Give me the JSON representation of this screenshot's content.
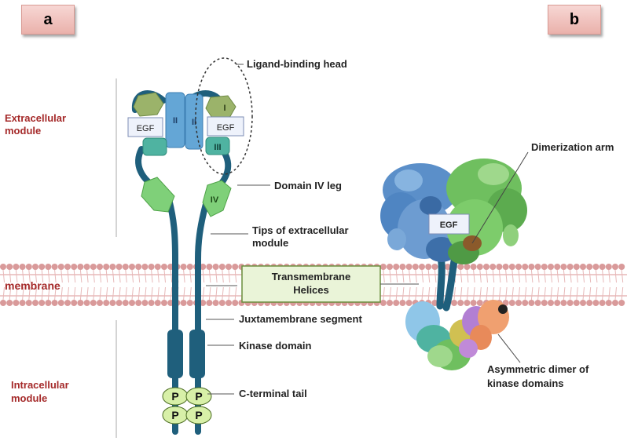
{
  "panels": {
    "a": "a",
    "b": "b"
  },
  "modules": {
    "extracellular": [
      "Extracellular",
      "module"
    ],
    "membrane": "membrane",
    "intracellular": [
      "Intracellular",
      "module"
    ]
  },
  "domains": {
    "I": "I",
    "II": "II",
    "III": "III",
    "IV": "IV",
    "EGF": "EGF",
    "P": "P"
  },
  "callouts": {
    "ligand_binding_head": "Ligand-binding head",
    "domain_iv_leg": "Domain IV leg",
    "tips_extracellular": [
      "Tips of extracellular",
      "module"
    ],
    "transmembrane": [
      "Transmembrane",
      "Helices"
    ],
    "juxtamembrane": "Juxtamembrane segment",
    "kinase_domain": "Kinase domain",
    "c_terminal_tail": "C-terminal tail",
    "dimerization_arm": "Dimerization arm",
    "asymmetric_dimer": [
      "Asymmetric dimer of",
      "kinase domains"
    ]
  },
  "colors": {
    "module_label": "#a52a2a",
    "receptor_stem": "#1f5f7c",
    "domain_I": "#9bb36a",
    "domain_II": "#64a6d6",
    "domain_III": "#4fb3a1",
    "domain_IV": "#7fd079",
    "egf_box": "#eef2fb",
    "phosphate": "#d8f0a8",
    "membrane_bead": "#d99a9a",
    "tm_box": "#eaf4d8"
  }
}
